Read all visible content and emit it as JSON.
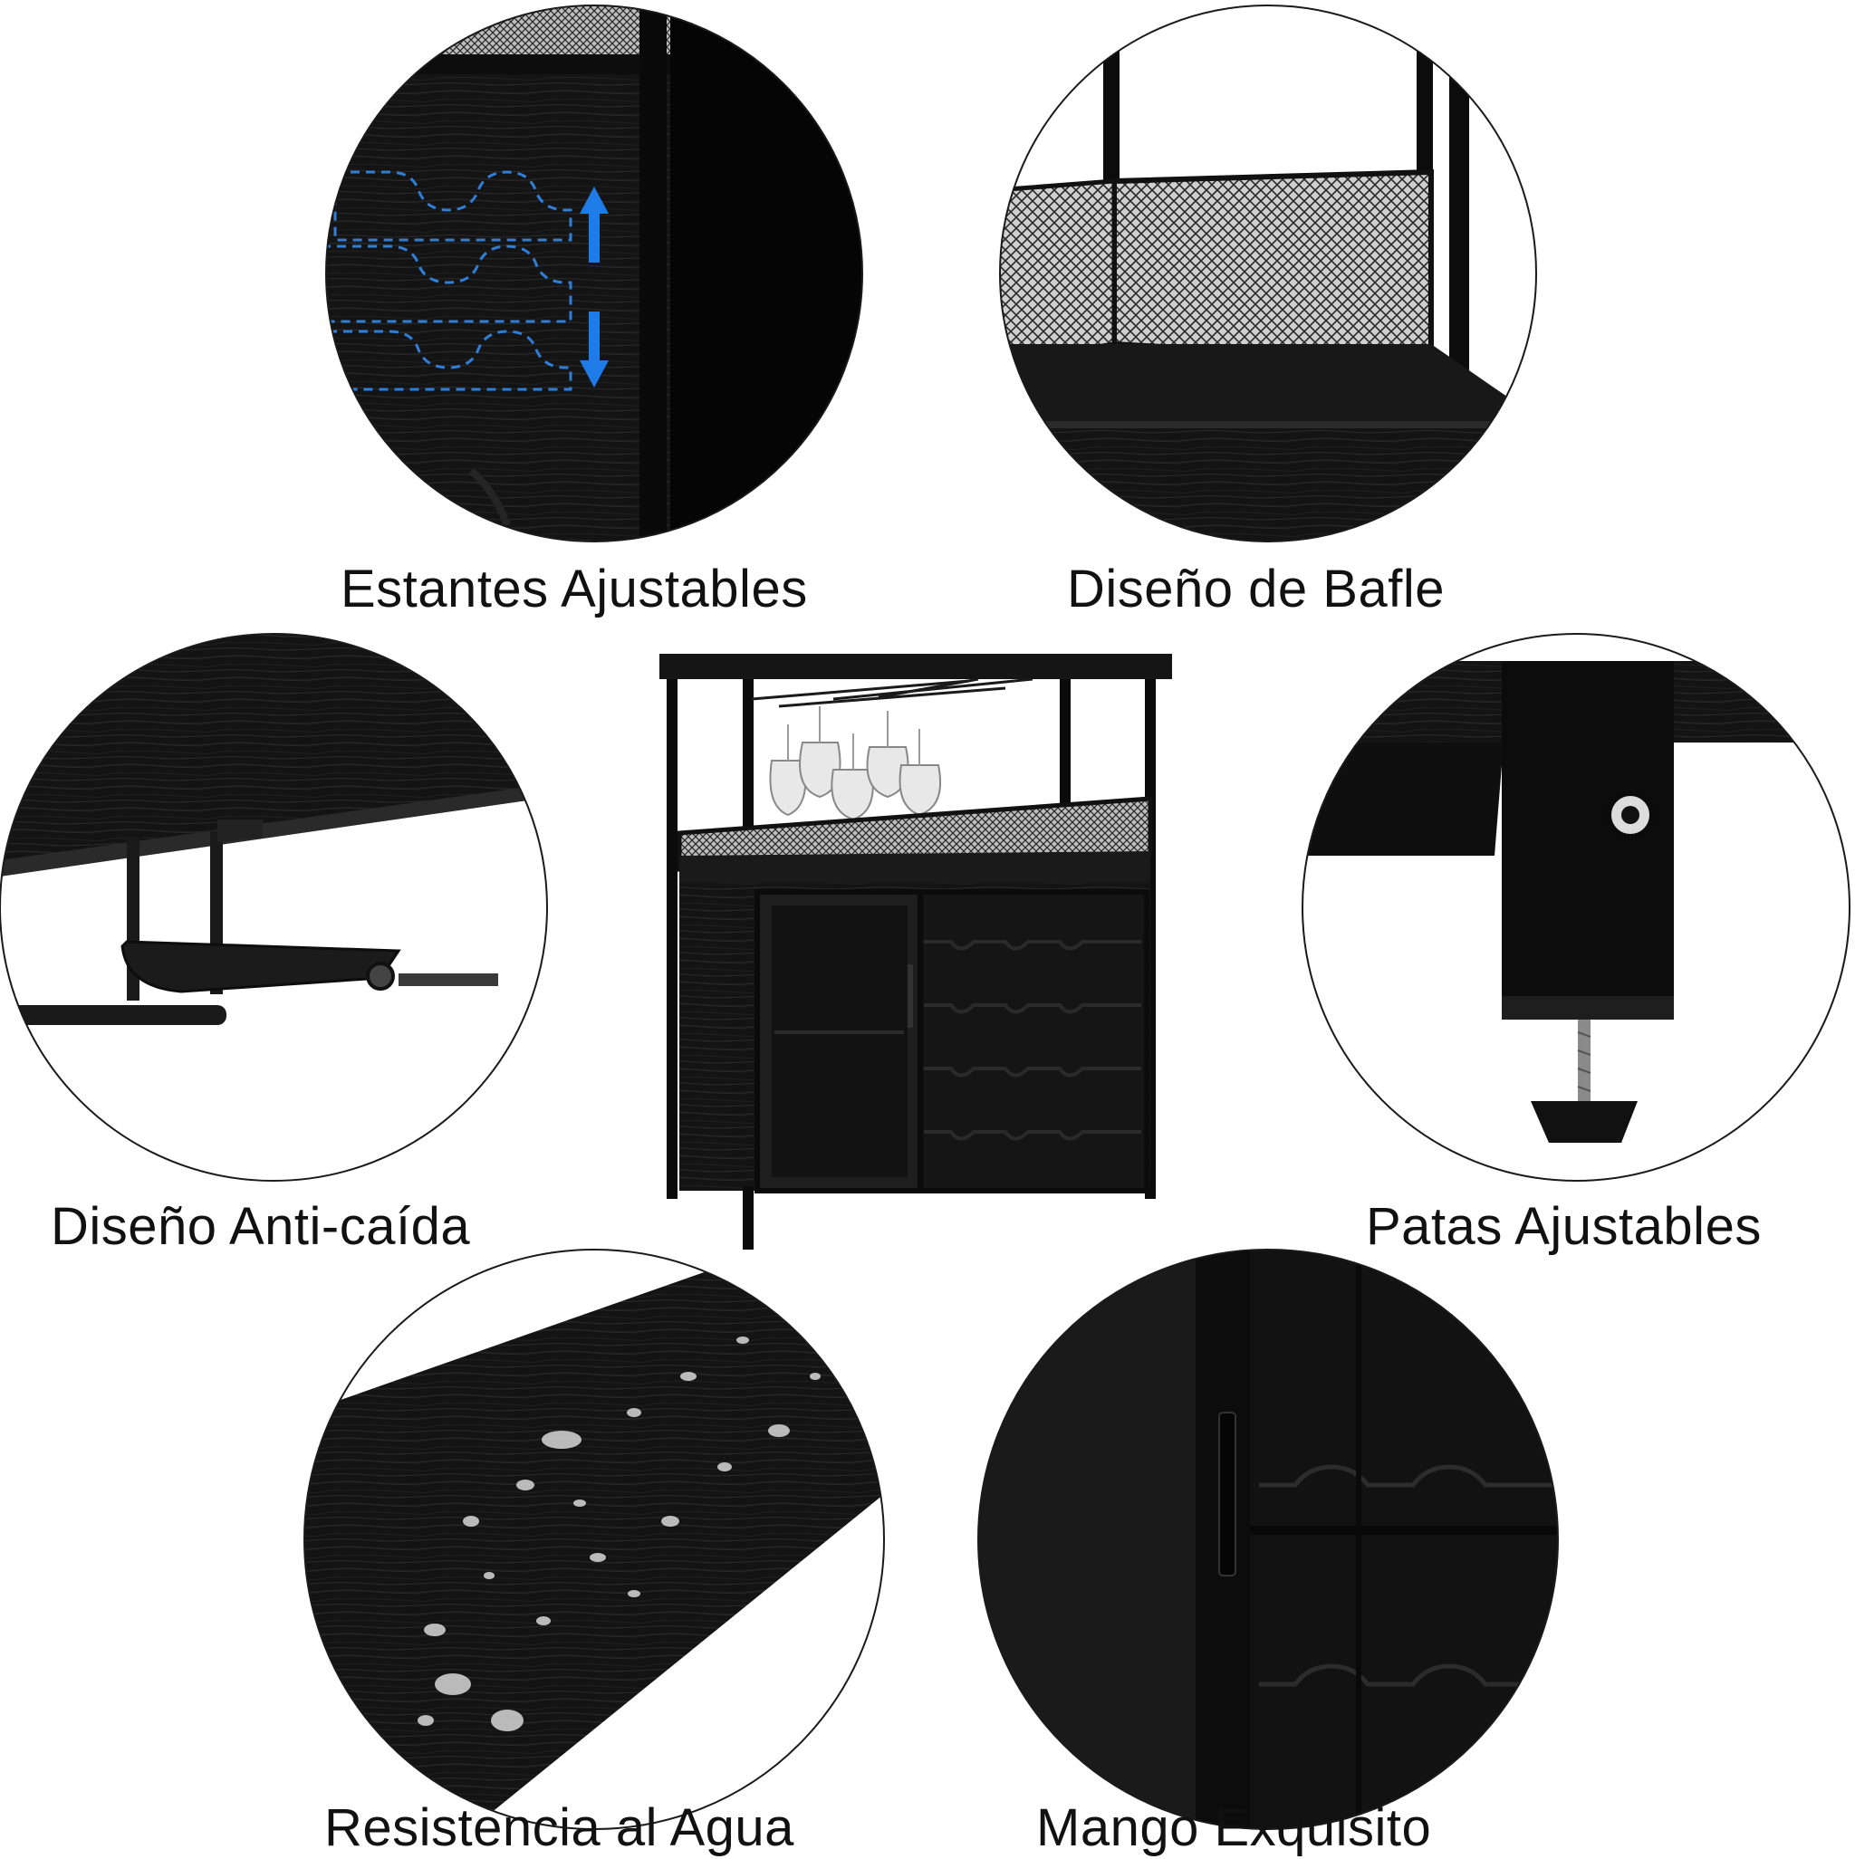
{
  "features": [
    {
      "label": "Estantes Ajustables"
    },
    {
      "label": "Diseño de Bafle"
    },
    {
      "label": "Diseño Anti-caída"
    },
    {
      "label": "Patas Ajustables"
    },
    {
      "label": "Resistencia al Agua"
    },
    {
      "label": "Mango Exquisito"
    }
  ],
  "colors": {
    "background": "#ffffff",
    "furniture": "#141414",
    "frame": "#0a0a0a",
    "arrow": "#1e7be8",
    "circle_outline": "#1a1a1a",
    "text": "#111111"
  },
  "icons": [
    "up-arrow-icon",
    "down-arrow-icon"
  ]
}
